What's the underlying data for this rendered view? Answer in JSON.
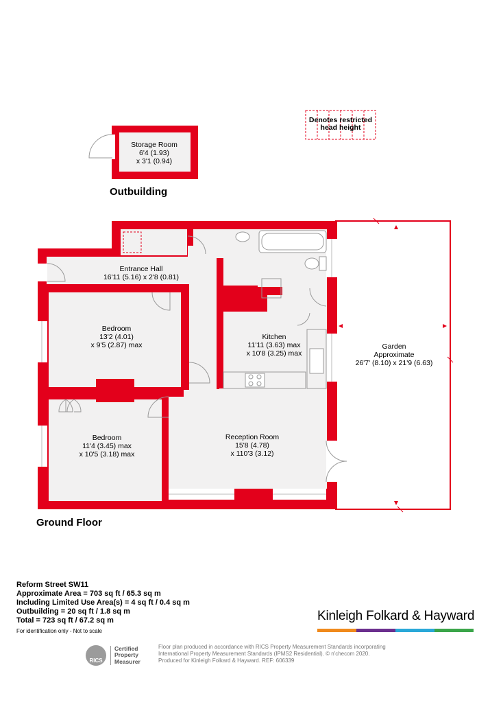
{
  "colors": {
    "wall": "#e3001b",
    "floor": "#f2f1f1",
    "fixture": "#999999"
  },
  "legend": {
    "restricted_label": "Denotes restricted head height"
  },
  "sections": {
    "outbuilding": "Outbuilding",
    "ground_floor": "Ground Floor"
  },
  "rooms": {
    "storage": {
      "name": "Storage Room",
      "dim1": "6'4 (1.93)",
      "dim2": "x 3'1 (0.94)"
    },
    "entrance_hall": {
      "name": "Entrance Hall",
      "dim1": "16'11 (5.16) x 2'8 (0.81)"
    },
    "bedroom1": {
      "name": "Bedroom",
      "dim1": "13'2 (4.01)",
      "dim2": "x 9'5 (2.87) max"
    },
    "kitchen": {
      "name": "Kitchen",
      "dim1": "11'11 (3.63) max",
      "dim2": "x 10'8 (3.25) max"
    },
    "garden": {
      "name": "Garden",
      "dim1": "Approximate",
      "dim2": "26'7' (8.10) x 21'9 (6.63)"
    },
    "bedroom2": {
      "name": "Bedroom",
      "dim1": "11'4 (3.45) max",
      "dim2": "x 10'5 (3.18) max"
    },
    "reception": {
      "name": "Reception Room",
      "dim1": "15'8 (4.78)",
      "dim2": "x 110'3 (3.12)"
    }
  },
  "info": {
    "address": "Reform Street SW11",
    "approx_area": "Approximate Area = 703 sq ft / 65.3 sq m",
    "limited_use": "Including Limited Use Area(s) = 4 sq ft / 0.4 sq m",
    "outbuilding": "Outbuilding = 20 sq ft / 1.8 sq m",
    "total": "Total = 723 sq ft / 67.2 sq m",
    "note": "For identification only - Not to scale"
  },
  "brand": {
    "name": "Kinleigh Folkard & Hayward",
    "bar_colors": [
      "#f08a1c",
      "#6b2f8e",
      "#2aa8d8",
      "#3ba54a"
    ]
  },
  "rics": {
    "logo": "RICS",
    "line1": "Certified",
    "line2": "Property",
    "line3": "Measurer"
  },
  "disclaimer": {
    "line1": "Floor plan produced in accordance with RICS Property Measurement Standards incorporating",
    "line2": "International Property Measurement Standards (IPMS2 Residential).  © n'checom 2020.",
    "line3": "Produced for Kinleigh Folkard & Hayward.   REF: 606339"
  }
}
